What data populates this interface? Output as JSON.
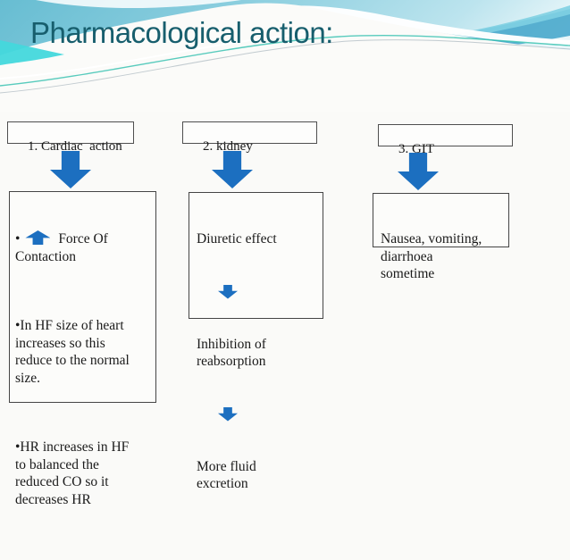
{
  "title": "Pharmacological action:",
  "colors": {
    "arrow_accent_blue": "#1C6FC0",
    "title_teal": "#175E6D",
    "body_text": "#1A1A1A",
    "box_border": "#454545",
    "header_wave_cyan": "#43D8DC"
  },
  "columns": [
    {
      "id": "cardiac",
      "header": "1. Cardiac  action",
      "paragraphs": {
        "p1_bullet": "•",
        "p1_after_icon": " Force Of\nContaction",
        "p2": "•In HF size of heart\nincreases so this\nreduce to the normal\nsize.",
        "p3": "•HR increases in HF\nto balanced the\nreduced CO so it\ndecreases HR"
      }
    },
    {
      "id": "kidney",
      "header": "2. kidney",
      "steps": [
        "Diuretic effect",
        "Inhibition of\nreabsorption",
        "More fluid\nexcretion"
      ]
    },
    {
      "id": "git",
      "header": "3. GIT",
      "text": "Nausea, vomiting,\ndiarrhoea\nsometime"
    }
  ]
}
